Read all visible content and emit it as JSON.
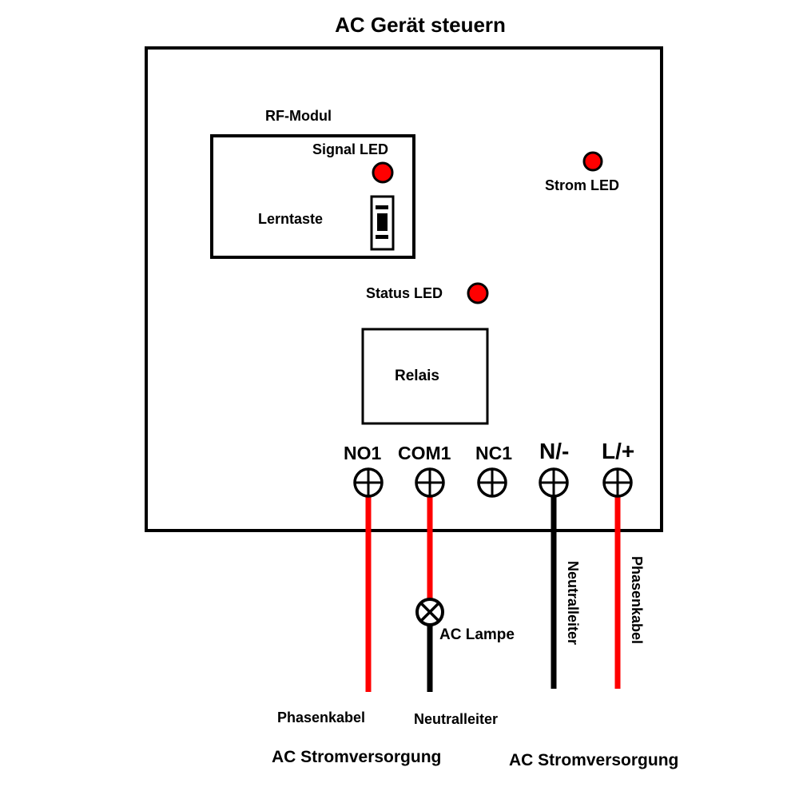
{
  "title": "AC Gerät steuern",
  "colors": {
    "led": "#ff0000",
    "phase_wire": "#ff0000",
    "neutral_wire": "#000000",
    "outline": "#000000"
  },
  "rf_module": {
    "label": "RF-Modul",
    "signal_led_label": "Signal LED",
    "learn_button_label": "Lerntaste"
  },
  "power_led_label": "Strom LED",
  "status_led_label": "Status LED",
  "relay_label": "Relais",
  "terminals": [
    {
      "id": "no1",
      "label": "NO1",
      "wire": "phase"
    },
    {
      "id": "com1",
      "label": "COM1",
      "wire": "phase-then-neutral"
    },
    {
      "id": "nc1",
      "label": "NC1",
      "wire": "none"
    },
    {
      "id": "n",
      "label": "N/-",
      "wire": "neutral"
    },
    {
      "id": "l",
      "label": "L/+",
      "wire": "phase"
    }
  ],
  "lamp_label": "AC Lampe",
  "wire_labels": {
    "neutral_vertical": "Neutralleiter",
    "phase_vertical": "Phasenkabel",
    "phase_bottom": "Phasenkabel",
    "neutral_bottom": "Neutralleiter"
  },
  "supply_labels": {
    "left": "AC Stromversorgung",
    "right": "AC Stromversorgung"
  }
}
